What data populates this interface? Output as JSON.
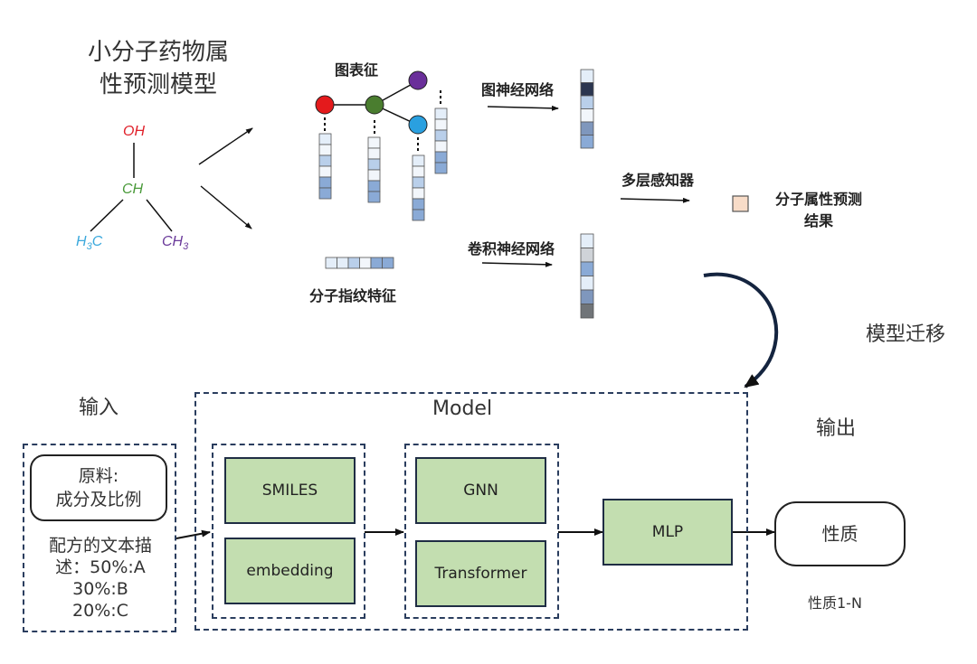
{
  "top_section": {
    "title_line1": "小分子药物属",
    "title_line2": "性预测模型",
    "molecule": {
      "oh": "OH",
      "ch": "CH",
      "h3c_h": "H",
      "h3c_sub": "3",
      "h3c_c": "C",
      "ch3_ch": "CH",
      "ch3_sub": "3",
      "colors": {
        "oh": "#e0202a",
        "ch": "#4a9a3a",
        "h3c": "#3aa8dc",
        "ch3": "#6a3a9a"
      }
    },
    "graph_feature_label": "图表征",
    "fingerprint_label": "分子指纹特征",
    "gnn_label": "图神经网络",
    "cnn_label": "卷积神经网络",
    "mlp_label": "多层感知器",
    "result_label_line1": "分子属性预测",
    "result_label_line2": "结果",
    "transfer_label": "模型迁移",
    "node_colors": {
      "red": "#e41a1c",
      "green": "#4a7d2f",
      "purple": "#6a2f9a",
      "blue": "#2aa0e0"
    }
  },
  "bottom_section": {
    "input_heading": "输入",
    "input_box_line1": "原料:",
    "input_box_line2": "成分及比例",
    "input_desc_line1": "配方的文本描",
    "input_desc_line2": "述：50%:A",
    "input_desc_line3": "30%:B",
    "input_desc_line4": "20%:C",
    "model_heading": "Model",
    "smiles": "SMILES",
    "embedding": "embedding",
    "gnn": "GNN",
    "transformer": "Transformer",
    "mlp": "MLP",
    "output_heading": "输出",
    "output_box": "性质",
    "output_caption": "性质1-N"
  }
}
